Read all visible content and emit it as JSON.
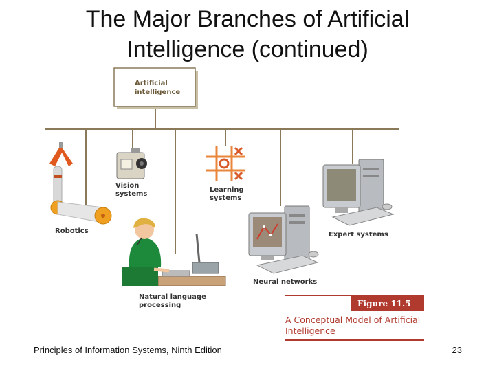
{
  "title": {
    "line1": "The Major Branches of Artificial",
    "line2": "Intelligence (continued)"
  },
  "diagram": {
    "root": {
      "line1": "Artificial",
      "line2": "intelligence"
    },
    "branches": {
      "robotics": "Robotics",
      "vision": {
        "line1": "Vision",
        "line2": "systems"
      },
      "learning": {
        "line1": "Learning",
        "line2": "systems"
      },
      "neural": "Neural networks",
      "expert": "Expert systems",
      "nlp": {
        "line1": "Natural language",
        "line2": "processing"
      }
    }
  },
  "figure": {
    "number": "Figure 11.5",
    "caption_line1": "A Conceptual Model of Artificial",
    "caption_line2": "Intelligence"
  },
  "footer": {
    "source": "Principles of Information Systems, Ninth Edition",
    "page": "23"
  },
  "colors": {
    "line": "#8a7a5a",
    "accent_red": "#b03a2e",
    "robot_orange": "#f0a020"
  }
}
